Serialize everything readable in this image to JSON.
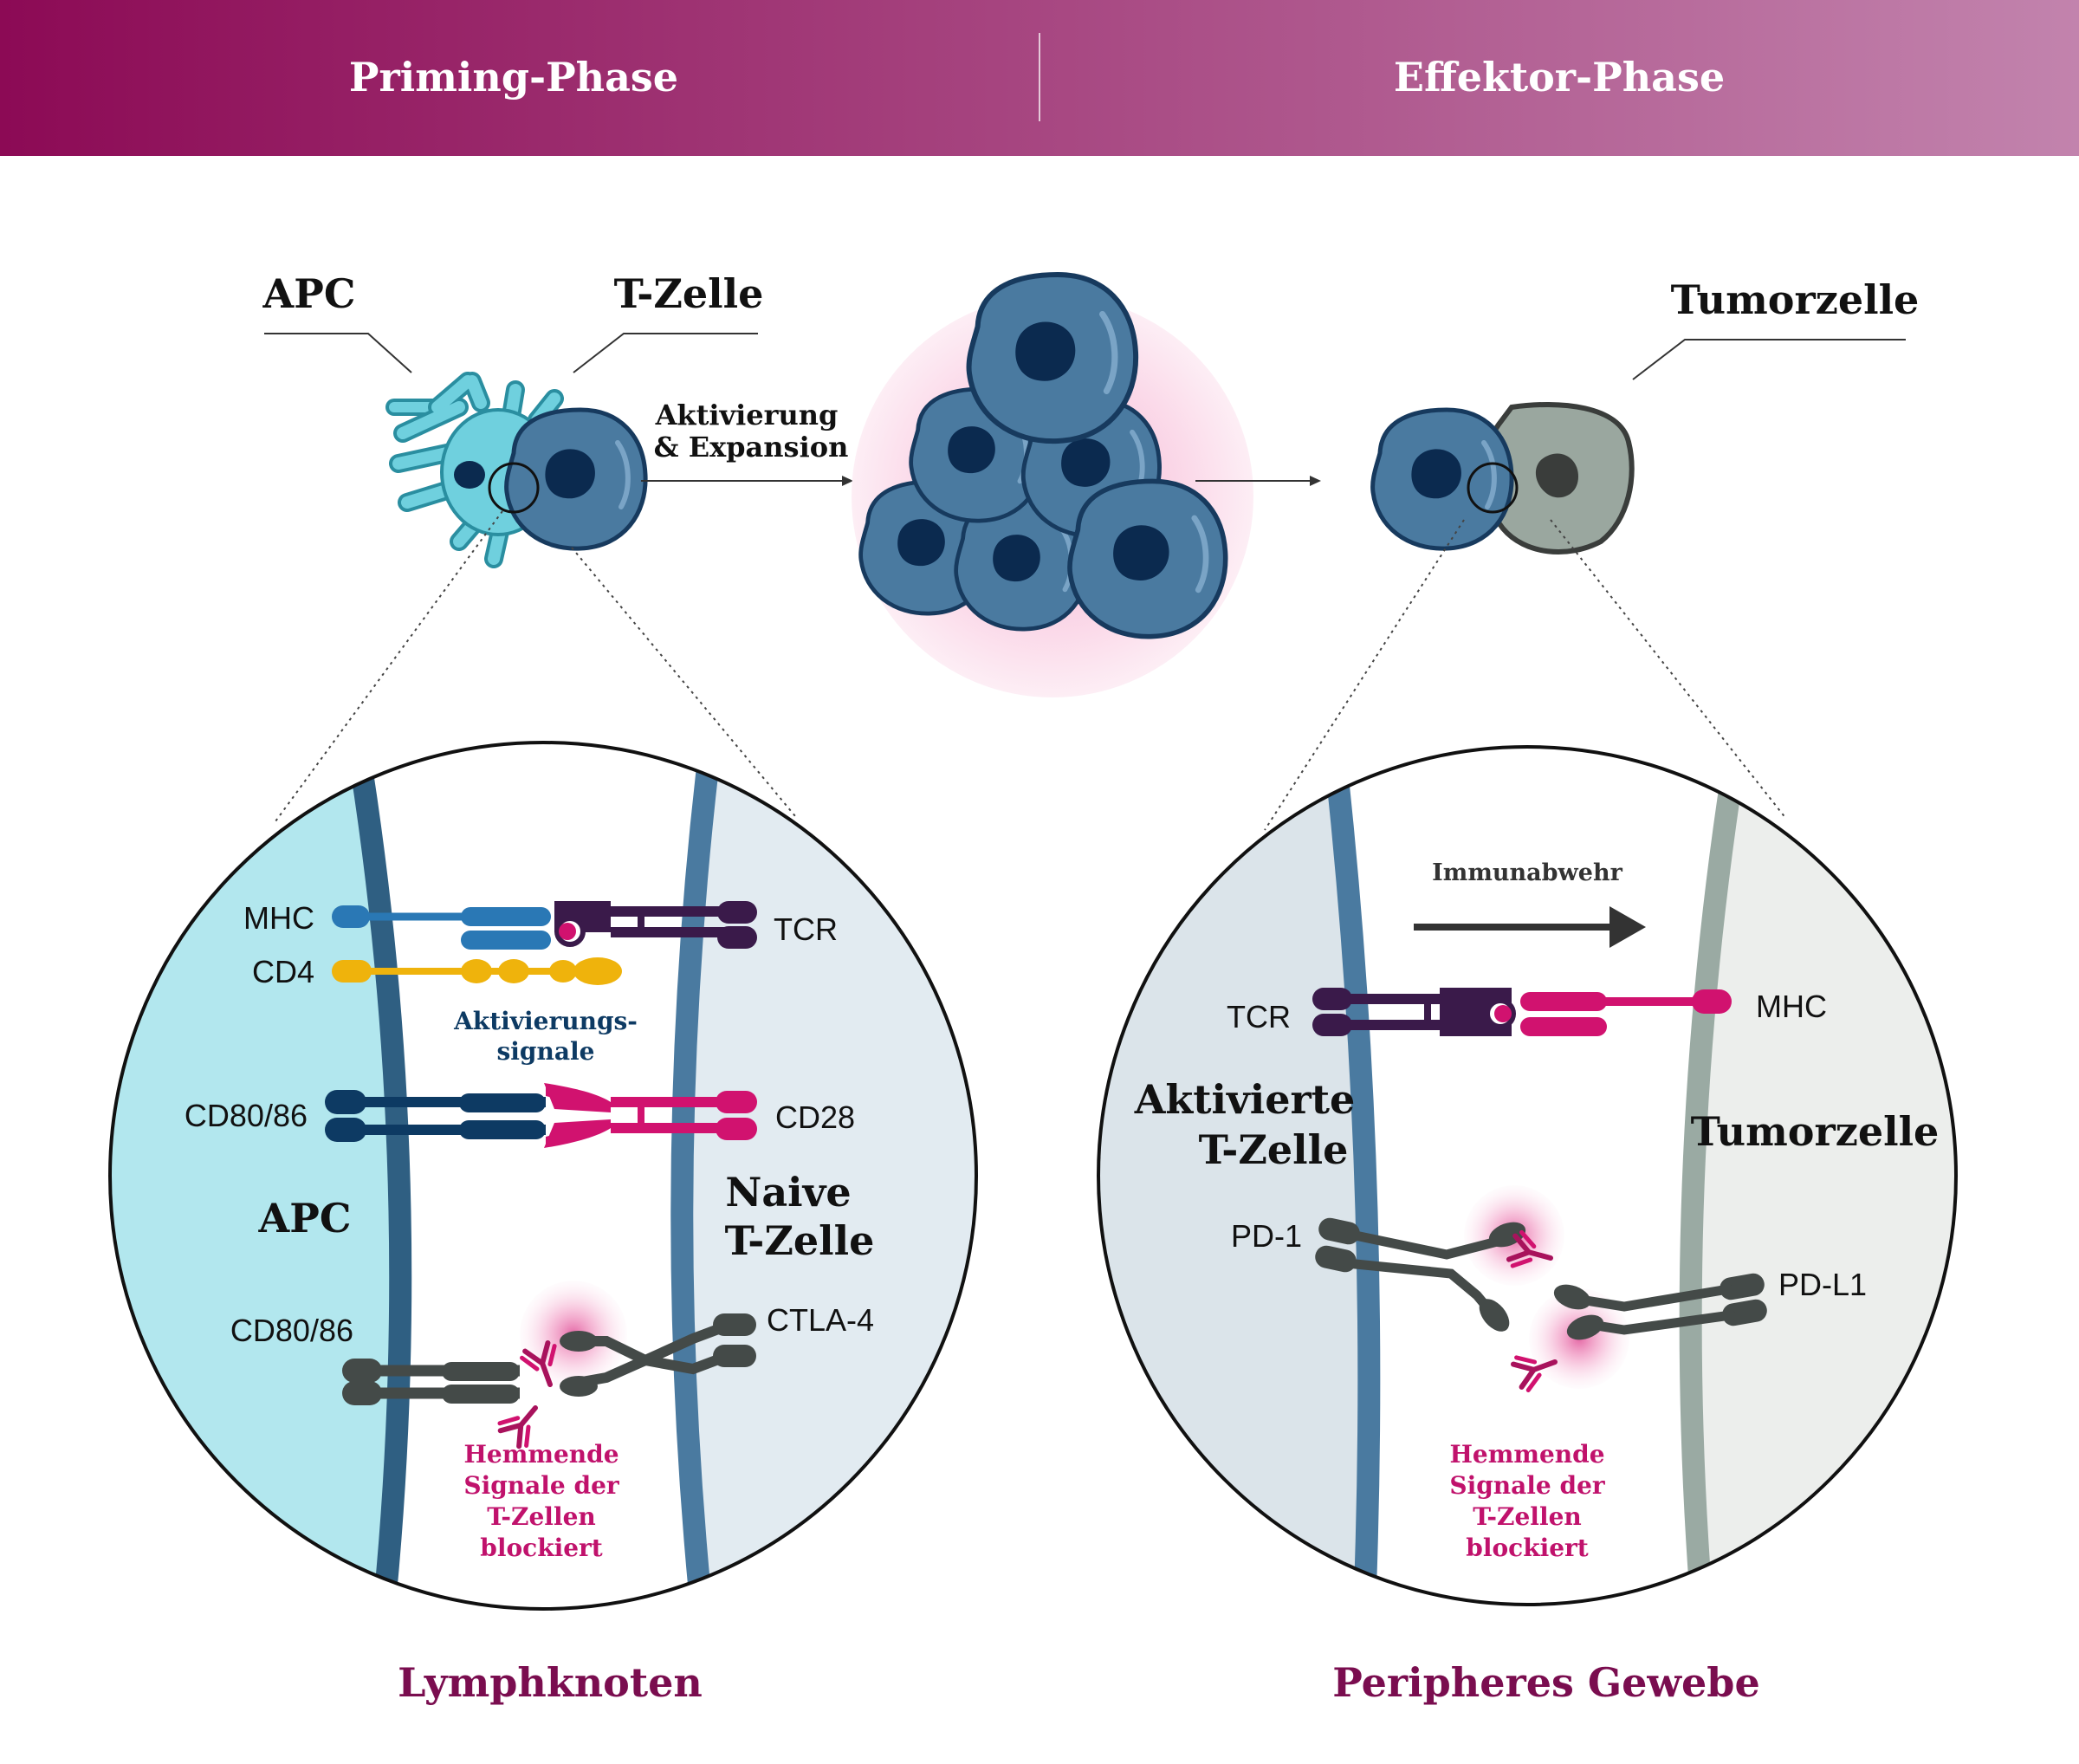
{
  "header": {
    "left_phase": "Priming-Phase",
    "right_phase": "Effektor-Phase",
    "gradient_start": "#8c0a55",
    "gradient_end": "#c283ad"
  },
  "top": {
    "apc_label": "APC",
    "tcell_label": "T-Zelle",
    "activation_line1": "Aktivierung",
    "activation_line2": "& Expansion",
    "tumor_label": "Tumorzelle"
  },
  "left_circle": {
    "mhc": "MHC",
    "cd4": "CD4",
    "tcr": "TCR",
    "activation_signals_line1": "Aktivierungs-",
    "activation_signals_line2": "signale",
    "cd80_86_top": "CD80/86",
    "cd28": "CD28",
    "apc": "APC",
    "naive_line1": "Naive",
    "naive_line2": "T-Zelle",
    "cd80_86_bottom": "CD80/86",
    "ctla4": "CTLA-4",
    "inhibit_line1": "Hemmende",
    "inhibit_line2": "Signale der",
    "inhibit_line3": "T-Zellen",
    "inhibit_line4": "blockiert",
    "caption": "Lymphknoten"
  },
  "right_circle": {
    "immune_defense": "Immunabwehr",
    "tcr": "TCR",
    "mhc": "MHC",
    "activated_line1": "Aktivierte",
    "activated_line2": "T-Zelle",
    "tumor": "Tumorzelle",
    "pd1": "PD-1",
    "pdl1": "PD-L1",
    "inhibit_line1": "Hemmende",
    "inhibit_line2": "Signale der",
    "inhibit_line3": "T-Zellen",
    "inhibit_line4": "blockiert",
    "caption": "Peripheres Gewebe"
  },
  "colors": {
    "tcell_fill": "#4a7aa0",
    "tcell_stroke": "#173a5e",
    "apc_fill": "#6fd0de",
    "tumor_fill": "#9aa79f",
    "magenta": "#d1126f",
    "dark_purple": "#3a1a4a",
    "navy": "#0d3a63",
    "mhc_blue": "#2a78b5",
    "cd4_yellow": "#efb30c",
    "gray_receptor": "#444a48",
    "caption": "#7a0d4f"
  },
  "icons": [
    "apc-cell-icon",
    "tcell-icon",
    "tumor-cell-icon",
    "antibody-icon",
    "arrow-icon"
  ]
}
